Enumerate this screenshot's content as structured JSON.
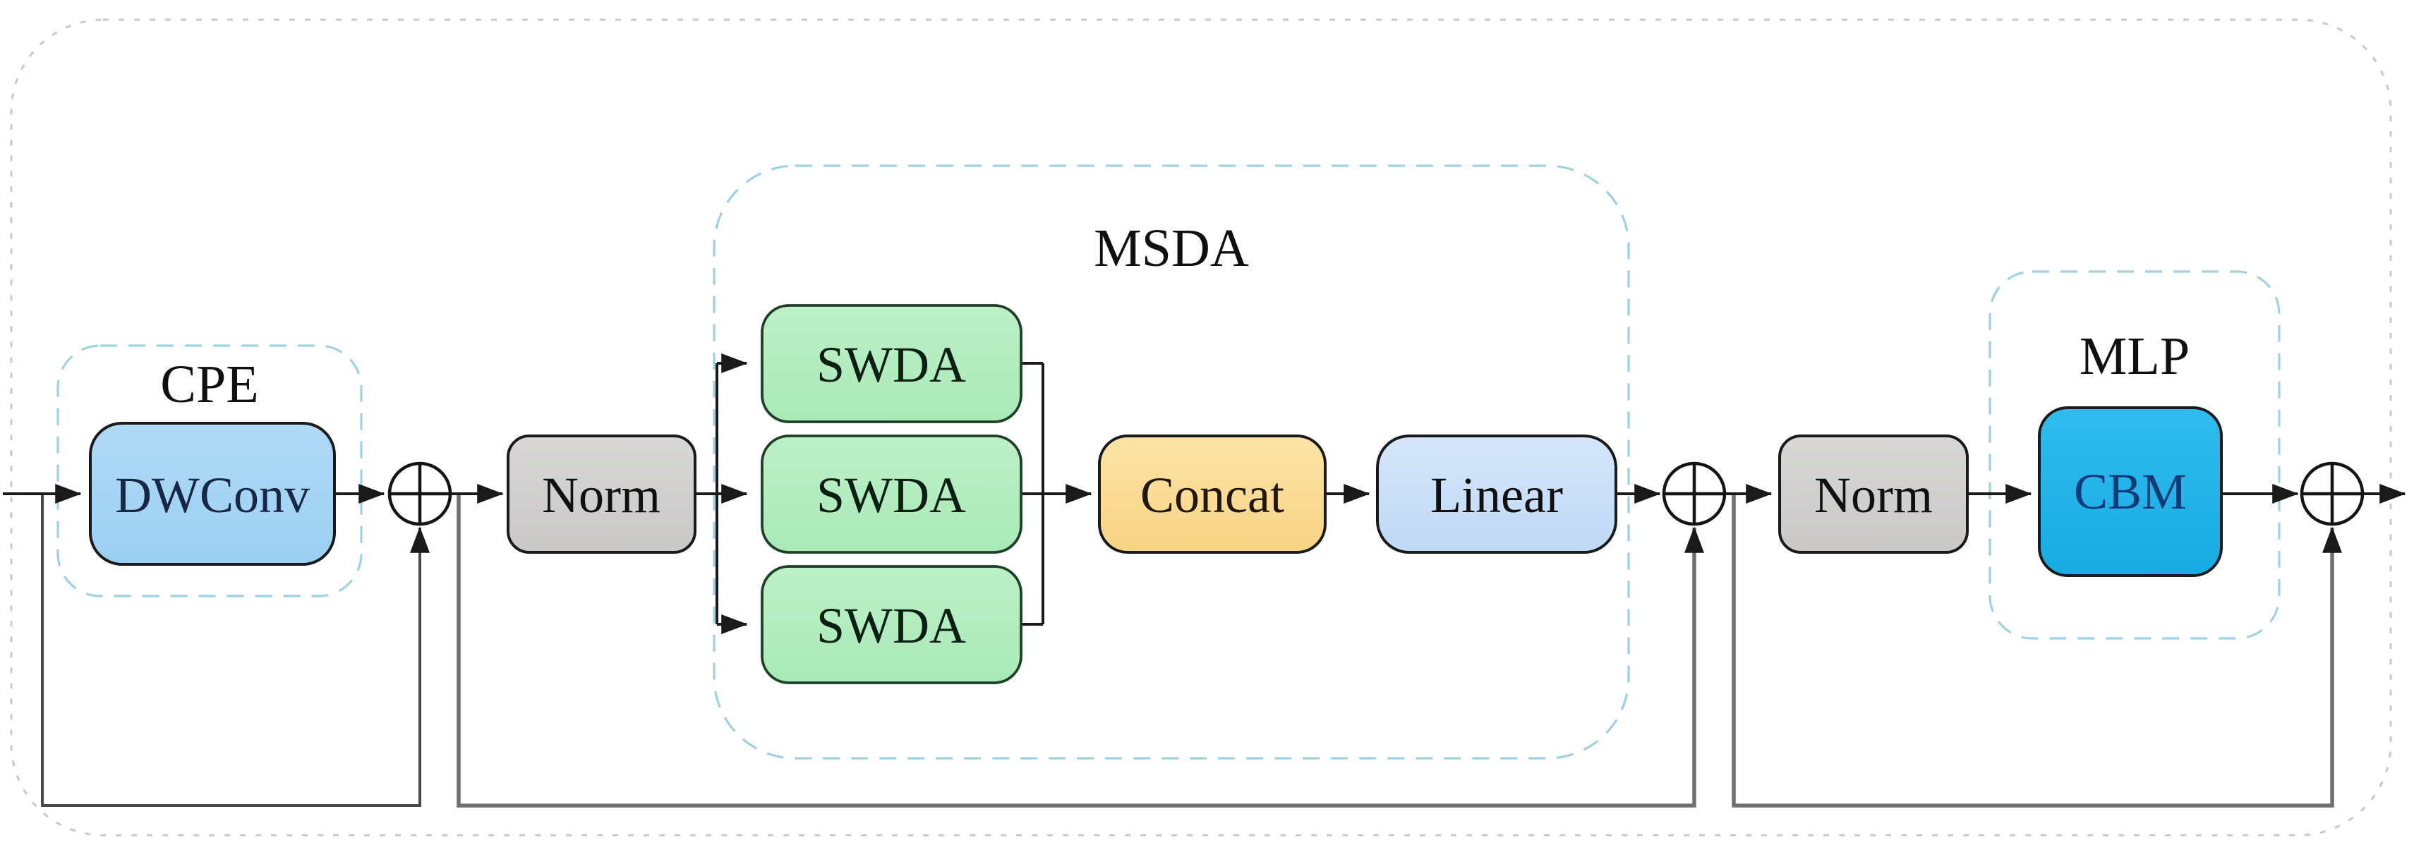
{
  "groups": {
    "cpe": {
      "label": "CPE"
    },
    "msda": {
      "label": "MSDA"
    },
    "mlp": {
      "label": "MLP"
    }
  },
  "blocks": {
    "dwconv": {
      "label": "DWConv"
    },
    "norm1": {
      "label": "Norm"
    },
    "swda1": {
      "label": "SWDA"
    },
    "swda2": {
      "label": "SWDA"
    },
    "swda3": {
      "label": "SWDA"
    },
    "concat": {
      "label": "Concat"
    },
    "linear": {
      "label": "Linear"
    },
    "norm2": {
      "label": "Norm"
    },
    "cbm": {
      "label": "CBM"
    }
  },
  "icons": {
    "residual_add": "circle-plus",
    "arrowhead": "filled-triangle"
  },
  "colors": {
    "line": "#1a1a1a",
    "skip_line_dark": "#4a4a4a",
    "skip_line": "#6f6f6f",
    "outer_border": "#c9c9c9",
    "inner_border": "#9ed2e2",
    "block_border": "#1a1a1a",
    "swda_border": "#1e4026",
    "adder_stroke": "#141414",
    "dwconv_top": "#b0daf6",
    "dwconv_bottom": "#9bd0f2",
    "norm_top": "#d8d7d6",
    "norm_bottom": "#c9c8c7",
    "swda_top": "#bdf0c8",
    "swda_bottom": "#a9eab7",
    "concat_top": "#fce3a6",
    "concat_bottom": "#f8d484",
    "linear_top": "#d5e6fa",
    "linear_bottom": "#c0d9f6",
    "cbm_top": "#30bcee",
    "cbm_bottom": "#17abe3",
    "text": "#101010",
    "dwconv_text": "#182743",
    "swda_text": "#0b2012",
    "concat_text": "#201708",
    "cbm_text": "#0f3a78"
  }
}
